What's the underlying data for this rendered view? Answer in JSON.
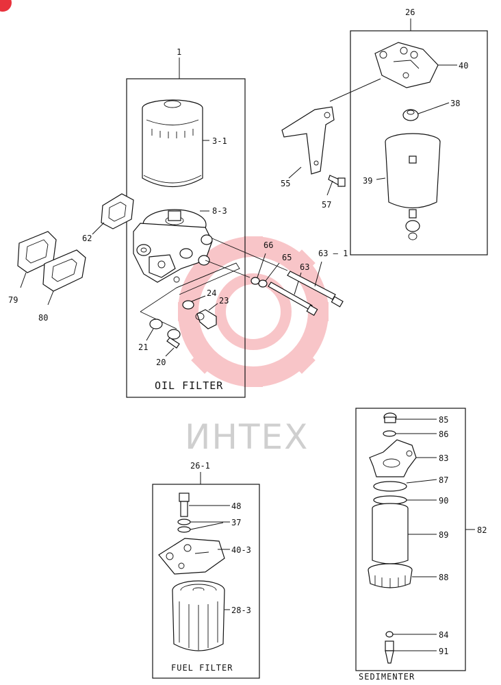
{
  "watermark": {
    "text": "ИНТЕХ",
    "brand_color": "#e8323c"
  },
  "panels": {
    "oil_filter": {
      "ref": "1",
      "caption": "OIL FILTER"
    },
    "fuel_filter_a": {
      "ref": "26"
    },
    "fuel_filter_b": {
      "ref": "26-1",
      "caption": "FUEL FILTER"
    },
    "sedimenter": {
      "ref": "82",
      "caption": "SEDIMENTER"
    }
  },
  "callouts": {
    "p3_1": "3-1",
    "p8_3": "8-3",
    "p62": "62",
    "p79": "79",
    "p80": "80",
    "p24": "24",
    "p23": "23",
    "p21": "21",
    "p20": "20",
    "p66": "66",
    "p65": "65",
    "p63": "63",
    "p63_1": "63 — 1",
    "p40": "40",
    "p38": "38",
    "p39": "39",
    "p55": "55",
    "p57": "57",
    "p48": "48",
    "p37": "37",
    "p40_3": "40-3",
    "p28_3": "28-3",
    "p85": "85",
    "p86": "86",
    "p83": "83",
    "p87": "87",
    "p90": "90",
    "p89": "89",
    "p88": "88",
    "p84": "84",
    "p91": "91"
  }
}
